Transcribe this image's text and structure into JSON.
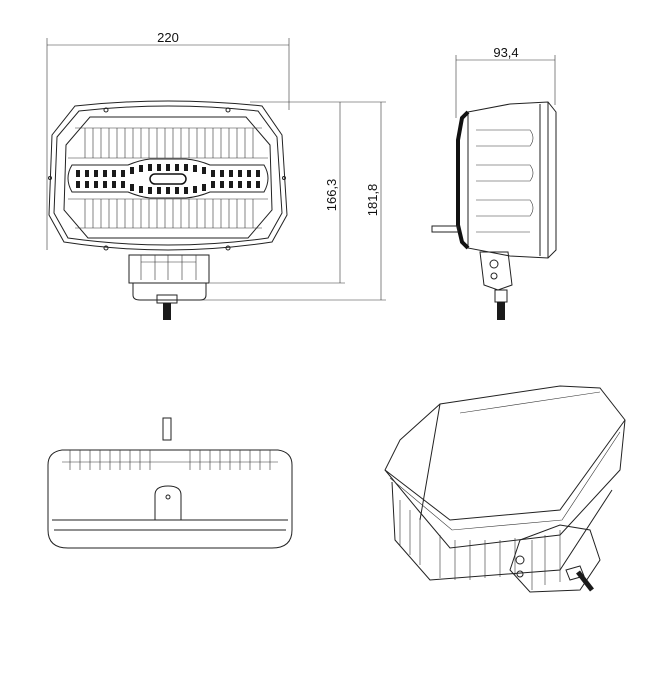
{
  "drawing": {
    "dimensions": {
      "width": "220",
      "depth": "93,4",
      "lens_height": "166,3",
      "total_height": "181,8"
    },
    "views": [
      "front-view",
      "side-view",
      "top-view",
      "isometric-view"
    ]
  }
}
